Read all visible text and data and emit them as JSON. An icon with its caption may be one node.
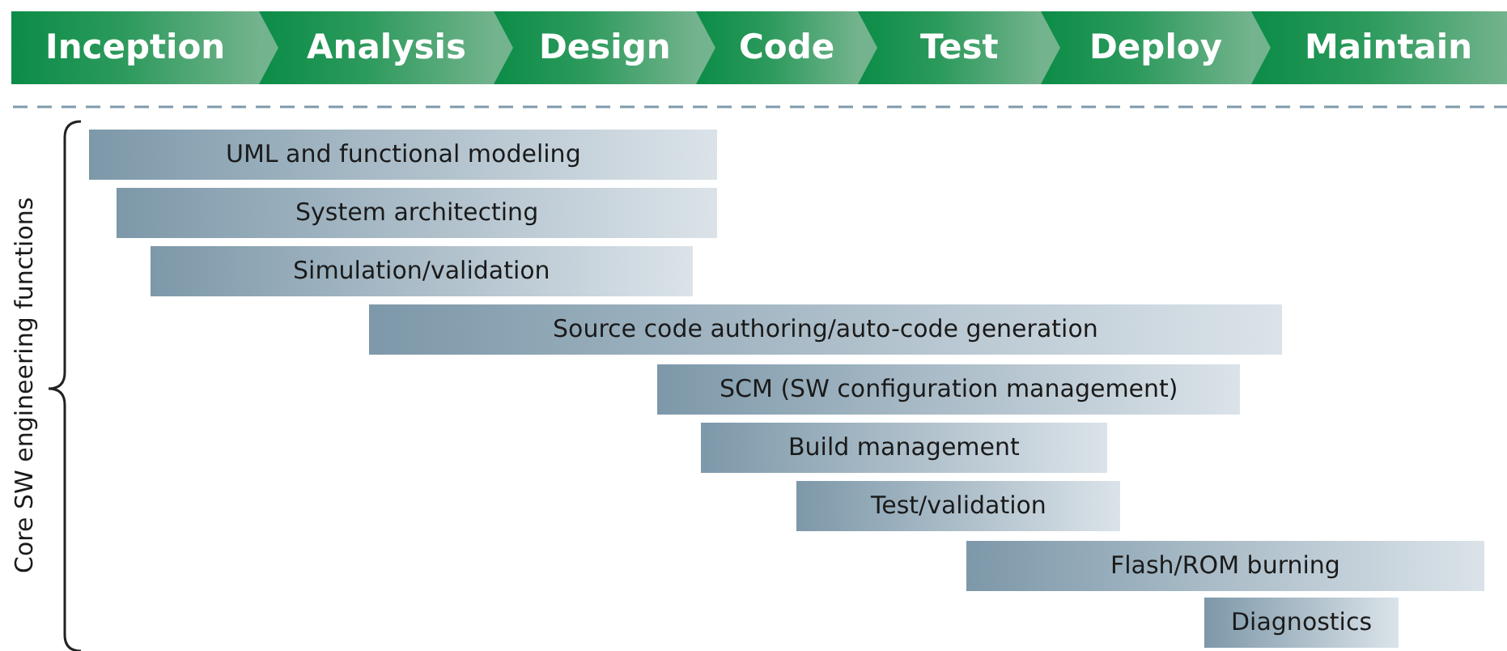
{
  "diagram": {
    "nodes": [
      {
        "text": [
          "Inception"
        ]
      },
      {
        "text": [
          "Analysis"
        ]
      },
      {
        "text": [
          "Design"
        ]
      },
      {
        "text": [
          "Code"
        ]
      },
      {
        "text": [
          "Test"
        ]
      },
      {
        "text": [
          "Deploy"
        ]
      },
      {
        "text": [
          "Maintain"
        ]
      },
      {
        "text": [
          "UML and functional modeling"
        ]
      },
      {
        "text": [
          "System architecting"
        ]
      },
      {
        "text": [
          "Simulation/validation"
        ]
      },
      {
        "text": [
          "Source code authoring/auto-code generation"
        ]
      },
      {
        "text": [
          "SCM (SW configuration management)"
        ]
      },
      {
        "text": [
          "Build management"
        ]
      },
      {
        "text": [
          "Test/validation"
        ]
      },
      {
        "text": [
          "Flash/ROM burning"
        ]
      },
      {
        "text": [
          "Diagnostics"
        ]
      }
    ],
    "labels": [
      "Core SW engineering functions"
    ]
  }
}
